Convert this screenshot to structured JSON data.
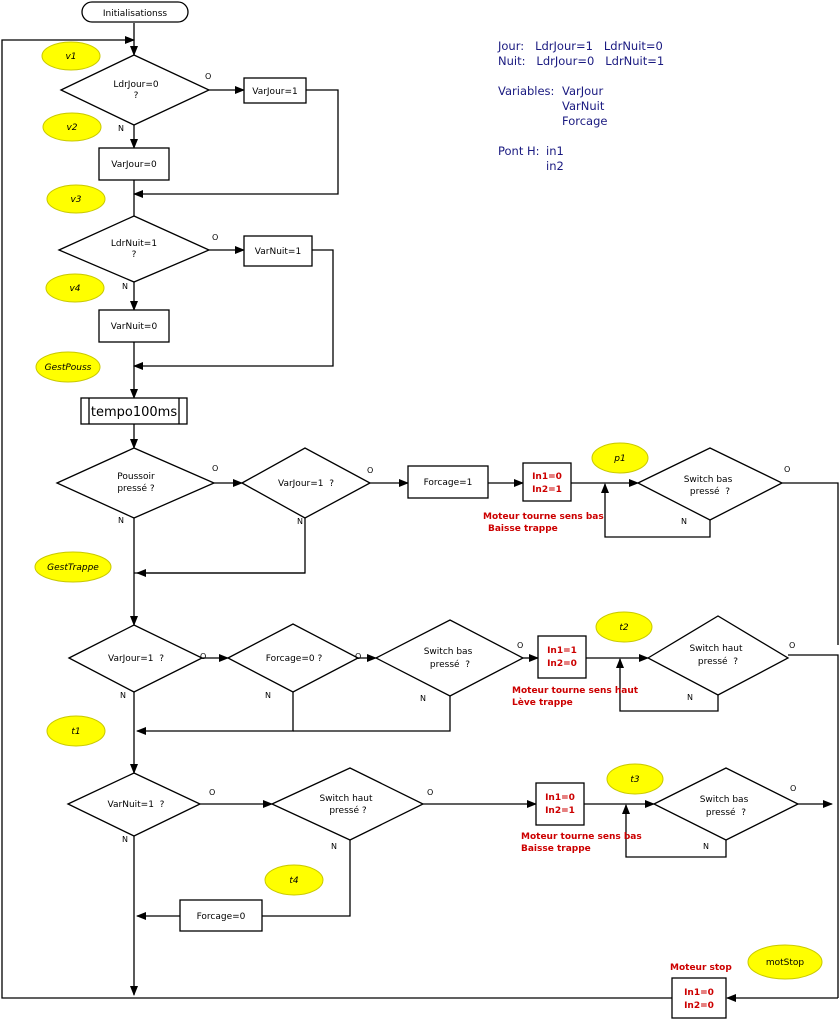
{
  "start": "Initialisationss",
  "legend": {
    "jour": "Jour:   LdrJour=1   LdrNuit=0",
    "nuit": "Nuit:   LdrJour=0   LdrNuit=1",
    "variables_label": "Variables:",
    "var1": "VarJour",
    "var2": "VarNuit",
    "var3": "Forcage",
    "pont_label": "Pont H:",
    "pont1": "in1",
    "pont2": "in2"
  },
  "tags": {
    "v1": "v1",
    "v2": "v2",
    "v3": "v3",
    "v4": "v4",
    "gestpouss": "GestPouss",
    "gesttrappe": "GestTrappe",
    "p1": "p1",
    "t1": "t1",
    "t2": "t2",
    "t3": "t3",
    "t4": "t4",
    "motstop": "motStop"
  },
  "decisions": {
    "ldrjour_l1": "LdrJour=0",
    "ldrjour_l2": "?",
    "ldrnuit_l1": "LdrNuit=1",
    "ldrnuit_l2": "?",
    "poussoir_l1": "Poussoir",
    "poussoir_l2": "pressé ?",
    "varjour1": "VarJour=1  ?",
    "switchbas_l1": "Switch bas",
    "switchbas_l2": "pressé  ?",
    "varjour2": "VarJour=1  ?",
    "forcage0": "Forcage=0 ?",
    "switchbas2_l1": "Switch bas",
    "switchbas2_l2": "pressé  ?",
    "switchhaut_l1": "Switch haut",
    "switchhaut_l2": "pressé  ?",
    "varnuit": "VarNuit=1  ?",
    "switchhaut2_l1": "Switch haut",
    "switchhaut2_l2": "pressé ?",
    "switchbas3_l1": "Switch bas",
    "switchbas3_l2": "pressé  ?"
  },
  "boxes": {
    "varjour1": "VarJour=1",
    "varjour0": "VarJour=0",
    "varnuit1": "VarNuit=1",
    "varnuit0": "VarNuit=0",
    "tempo": "tempo100ms",
    "forcage1": "Forcage=1",
    "forcage0": "Forcage=0"
  },
  "motor": {
    "m1_l1": "In1=0",
    "m1_l2": "In2=1",
    "m1_note1": "Moteur tourne sens bas",
    "m1_note2": "Baisse trappe",
    "m2_l1": "In1=1",
    "m2_l2": "In2=0",
    "m2_note1": "Moteur tourne sens haut",
    "m2_note2": "Lève trappe",
    "m3_l1": "In1=0",
    "m3_l2": "In2=1",
    "m3_note1": "Moteur tourne sens bas",
    "m3_note2": "Baisse trappe",
    "stop_title": "Moteur stop",
    "m4_l1": "In1=0",
    "m4_l2": "In2=0"
  },
  "labels": {
    "o": "O",
    "n": "N"
  }
}
